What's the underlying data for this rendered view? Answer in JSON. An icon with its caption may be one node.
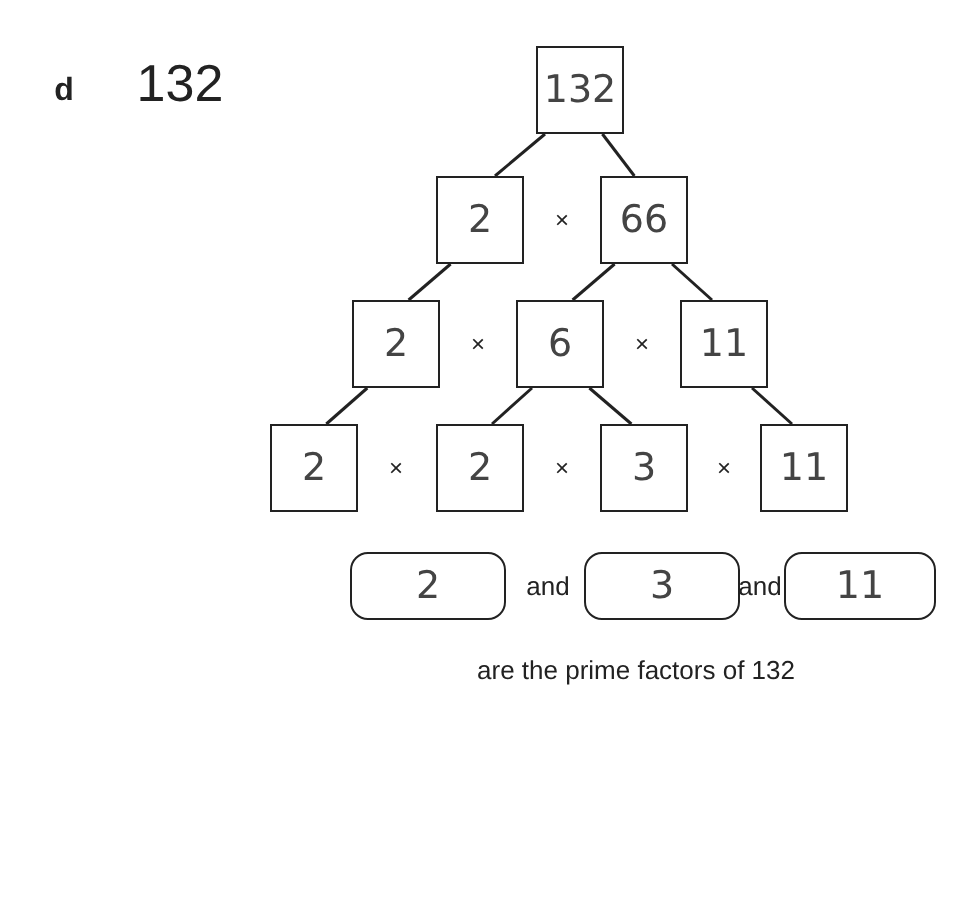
{
  "diagram": {
    "title": "132",
    "caption": "are the prime factors of 132",
    "nodes": [
      {
        "text": [
          "132"
        ]
      },
      {
        "text": [
          "2"
        ]
      },
      {
        "text": [
          "66"
        ]
      },
      {
        "text": [
          "2"
        ]
      },
      {
        "text": [
          "6"
        ]
      },
      {
        "text": [
          "11"
        ]
      },
      {
        "text": [
          "2"
        ]
      },
      {
        "text": [
          "2"
        ]
      },
      {
        "text": [
          "3"
        ]
      },
      {
        "text": [
          "11"
        ]
      },
      {
        "text": [
          "2"
        ]
      },
      {
        "text": [
          "3"
        ]
      },
      {
        "text": [
          "11"
        ]
      }
    ],
    "edges": [
      {
        "from": 0,
        "to": 1,
        "arrow": "none"
      },
      {
        "from": 0,
        "to": 2,
        "arrow": "none"
      },
      {
        "from": 1,
        "to": 3,
        "arrow": "none"
      },
      {
        "from": 2,
        "to": 4,
        "arrow": "none"
      },
      {
        "from": 2,
        "to": 5,
        "arrow": "none"
      },
      {
        "from": 3,
        "to": 6,
        "arrow": "none"
      },
      {
        "from": 4,
        "to": 7,
        "arrow": "none"
      },
      {
        "from": 4,
        "to": 8,
        "arrow": "none"
      },
      {
        "from": 5,
        "to": 9,
        "arrow": "none"
      }
    ],
    "labels": [
      "d",
      "×",
      "×",
      "×",
      "×",
      "×",
      "×",
      "and",
      "and"
    ]
  }
}
